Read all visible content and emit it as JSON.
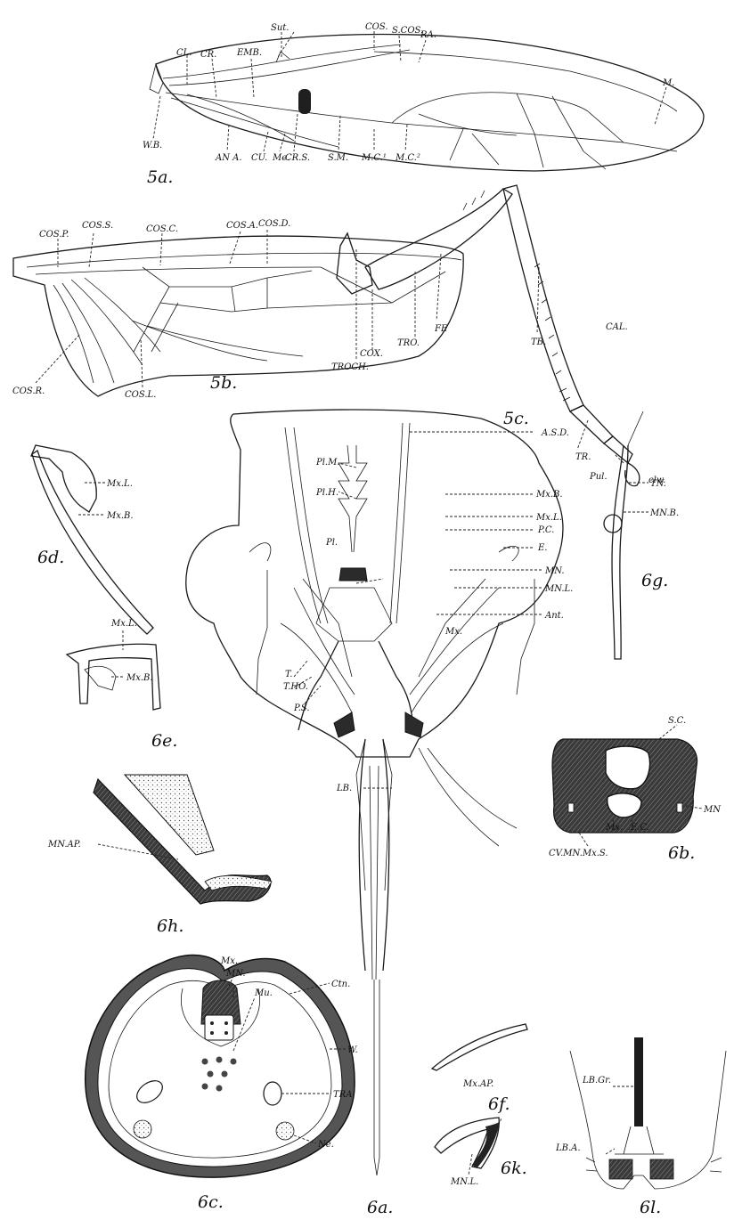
{
  "figures": {
    "f5a": "5a.",
    "f5b": "5b.",
    "f5c": "5c.",
    "f6a": "6a.",
    "f6b": "6b.",
    "f6c": "6c.",
    "f6d": "6d.",
    "f6e": "6e.",
    "f6f": "6f.",
    "f6g": "6g.",
    "f6h": "6h.",
    "f6k": "6k.",
    "f6l": "6l."
  },
  "labels_5a": {
    "cl": "CL.",
    "cr": "CR.",
    "emb": "EMB.",
    "sut": "Sut.",
    "cos": "COS.",
    "scos": "S.COS.",
    "ra": "RA.",
    "m": "M.",
    "wb": "W.B.",
    "ana": "AN A.",
    "cu": "CU.",
    "me": "Me.",
    "crs": "CR.S.",
    "sm": "S.M.",
    "mc1": "M.C.¹",
    "mc2": "M.C.²"
  },
  "labels_5b": {
    "cosp": "COS.P.",
    "coss": "COS.S.",
    "cosc": "COS.C.",
    "cosa": "COS.A.",
    "cosd": "COS.D.",
    "cosr": "COS.R.",
    "cosl": "COS.L."
  },
  "labels_5c": {
    "troch": "TROCH.",
    "cox": "COX.",
    "tro": "TRO.",
    "fe": "FE",
    "tb": "TB.",
    "cal": "CAL.",
    "tr": "TR.",
    "pul": "Pul.",
    "clw": "clw."
  },
  "labels_6a": {
    "asd": "A.S.D.",
    "plm": "Pl.M.",
    "plh": "Pl.H.",
    "pl": "Pl.",
    "mxb": "Mx.B.",
    "mxl": "Mx.L.",
    "pc": "P.C.",
    "e": "E.",
    "mn": "MN.",
    "mnl": "MN.L.",
    "ant": "Ant.",
    "mx": "Mx.",
    "t": "T.",
    "tho": "T.HO.",
    "ps": "P.S.",
    "lb": "LB."
  },
  "labels_6b": {
    "sc": "S.C.",
    "mn": "MN",
    "ec": "E.C.",
    "mx": "Mx.",
    "cv": "CV.MN.Mx.S."
  },
  "labels_6c": {
    "mx": "Mx.",
    "mn": "MN.",
    "mu": "Mu.",
    "ctn": "Ctn.",
    "w": "W.",
    "tra": "TRA",
    "ne": "Ne."
  },
  "labels_6d": {
    "mxl": "Mx.L.",
    "mxb": "Mx.B."
  },
  "labels_6e": {
    "mxl": "Mx.L.",
    "mxb": "Mx.B."
  },
  "labels_6f": {
    "mxap": "Mx.AP."
  },
  "labels_6g": {
    "tn": "TN.",
    "mnb": "MN.B."
  },
  "labels_6h": {
    "mnap": "MN.AP."
  },
  "labels_6k": {
    "mnl": "MN.L."
  },
  "labels_6l": {
    "lbgr": "LB.Gr.",
    "lba": "LB.A."
  }
}
